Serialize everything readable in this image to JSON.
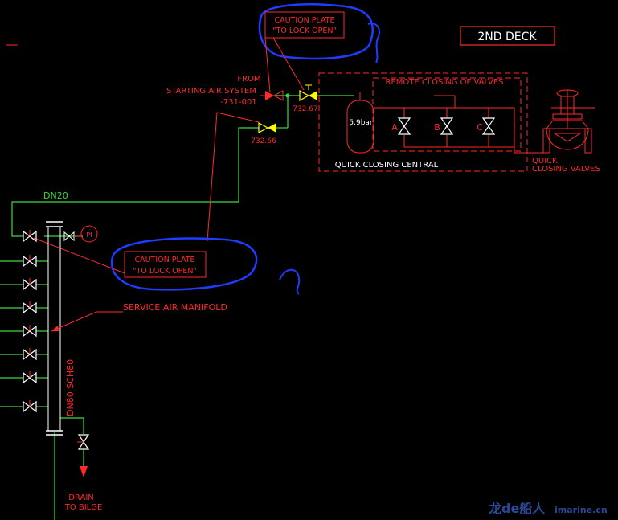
{
  "deck_label": "2ND DECK",
  "caution_top": {
    "line1": "CAUTION PLATE",
    "line2": "\"TO LOCK OPEN\""
  },
  "caution_mid": {
    "line1": "CAUTION PLATE",
    "line2": "\"TO LOCK OPEN\""
  },
  "from_label": "FROM",
  "starting_air_label": "STARTING AIR SYSTEM",
  "ref_731": "-731-001",
  "ref_73267": "732.67",
  "ref_73266": "732.66",
  "remote_closing_label": "REMOTE CLOSING OF VALVES",
  "quick_closing_central_label": "QUICK CLOSING CENTRAL",
  "tank_pressure": "5.9bar",
  "valve_a": "A",
  "valve_b": "B",
  "valve_c": "C",
  "quick_label": "QUICK",
  "closing_valves_label": "CLOSING VALVES",
  "dn20_label": "DN20",
  "pi_label": "PI",
  "service_air_label": "SERVICE AIR MANIFOLD",
  "manifold_size_label": "DN80 SCH80",
  "drain_label": "DRAIN",
  "to_bilge_label": "TO BILGE",
  "watermark_cn": "龙de船人",
  "watermark_site": "imarine.cn",
  "colors": {
    "red": "#ff2a2a",
    "green": "#3cd83c",
    "yellow": "#ffff00",
    "white": "#ffffff",
    "blue": "#1f3cff",
    "bg": "#000000"
  }
}
